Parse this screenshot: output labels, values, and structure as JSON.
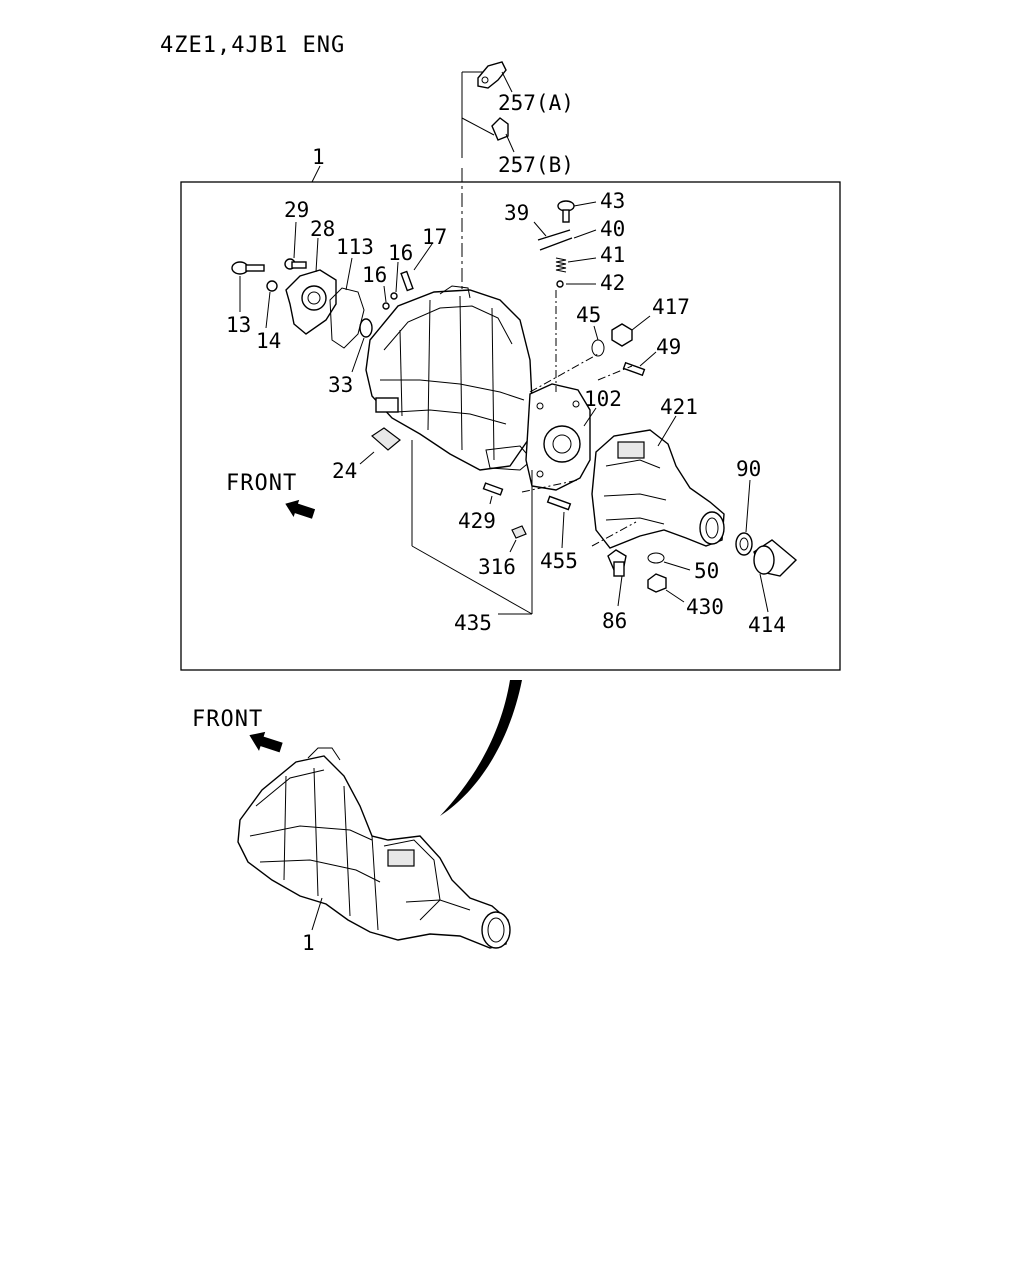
{
  "title": "4ZE1,4JB1 ENG",
  "front_label_upper": "FRONT",
  "front_label_lower": "FRONT",
  "parts": {
    "p257a": "257(A)",
    "p257b": "257(B)",
    "p1_box": "1",
    "p1_assy": "1",
    "p29": "29",
    "p28": "28",
    "p113": "113",
    "p16a": "16",
    "p16b": "16",
    "p17": "17",
    "p13": "13",
    "p14": "14",
    "p33": "33",
    "p24": "24",
    "p39": "39",
    "p43": "43",
    "p40": "40",
    "p41": "41",
    "p42": "42",
    "p45": "45",
    "p417": "417",
    "p49": "49",
    "p102": "102",
    "p421": "421",
    "p90": "90",
    "p429": "429",
    "p316": "316",
    "p455": "455",
    "p50": "50",
    "p430": "430",
    "p86": "86",
    "p414": "414",
    "p435": "435"
  }
}
